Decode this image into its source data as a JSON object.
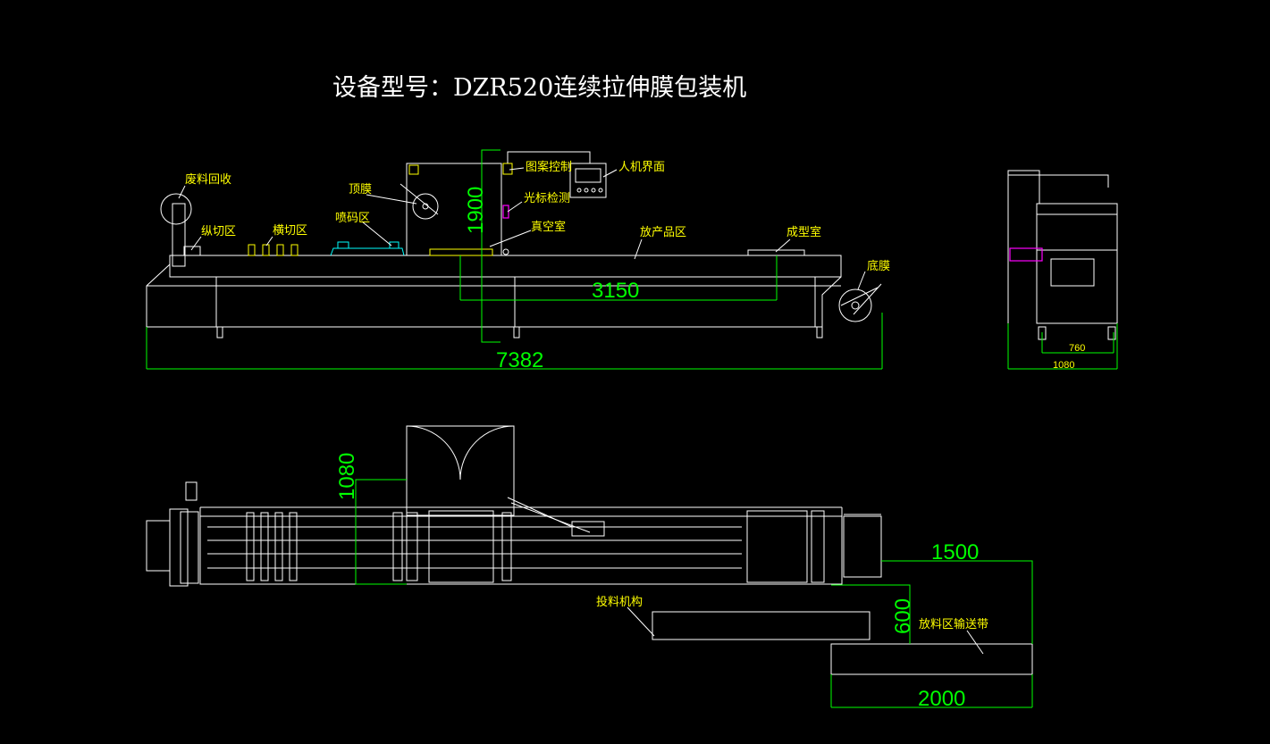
{
  "title": "设备型号：DZR520连续拉伸膜包装机",
  "front_view": {
    "labels": {
      "waste_recovery": "废料回收",
      "longitudinal_cut": "纵切区",
      "transverse_cut": "横切区",
      "top_film": "顶膜",
      "printing": "喷码区",
      "pattern_control": "图案控制",
      "hmi": "人机界面",
      "cursor_detect": "光标检测",
      "vacuum_chamber": "真空室",
      "product_area": "放产品区",
      "forming_chamber": "成型室",
      "bottom_film": "底膜"
    },
    "dims": {
      "height": "1900",
      "middle": "3150",
      "length": "7382"
    }
  },
  "side_view": {
    "dims": {
      "inner": "760",
      "outer": "1080"
    }
  },
  "top_view": {
    "labels": {
      "feeding_mechanism": "投料机构",
      "discharge_conveyor": "放料区输送带"
    },
    "dims": {
      "width": "1080",
      "conveyor_len": "1500",
      "conveyor_w": "600",
      "conveyor2_len": "2000"
    }
  },
  "colors": {
    "line": "#ffffff",
    "dimension": "#00ff00",
    "accent": "#ffff00",
    "cyan": "#00ffff",
    "magenta": "#ff00ff"
  }
}
